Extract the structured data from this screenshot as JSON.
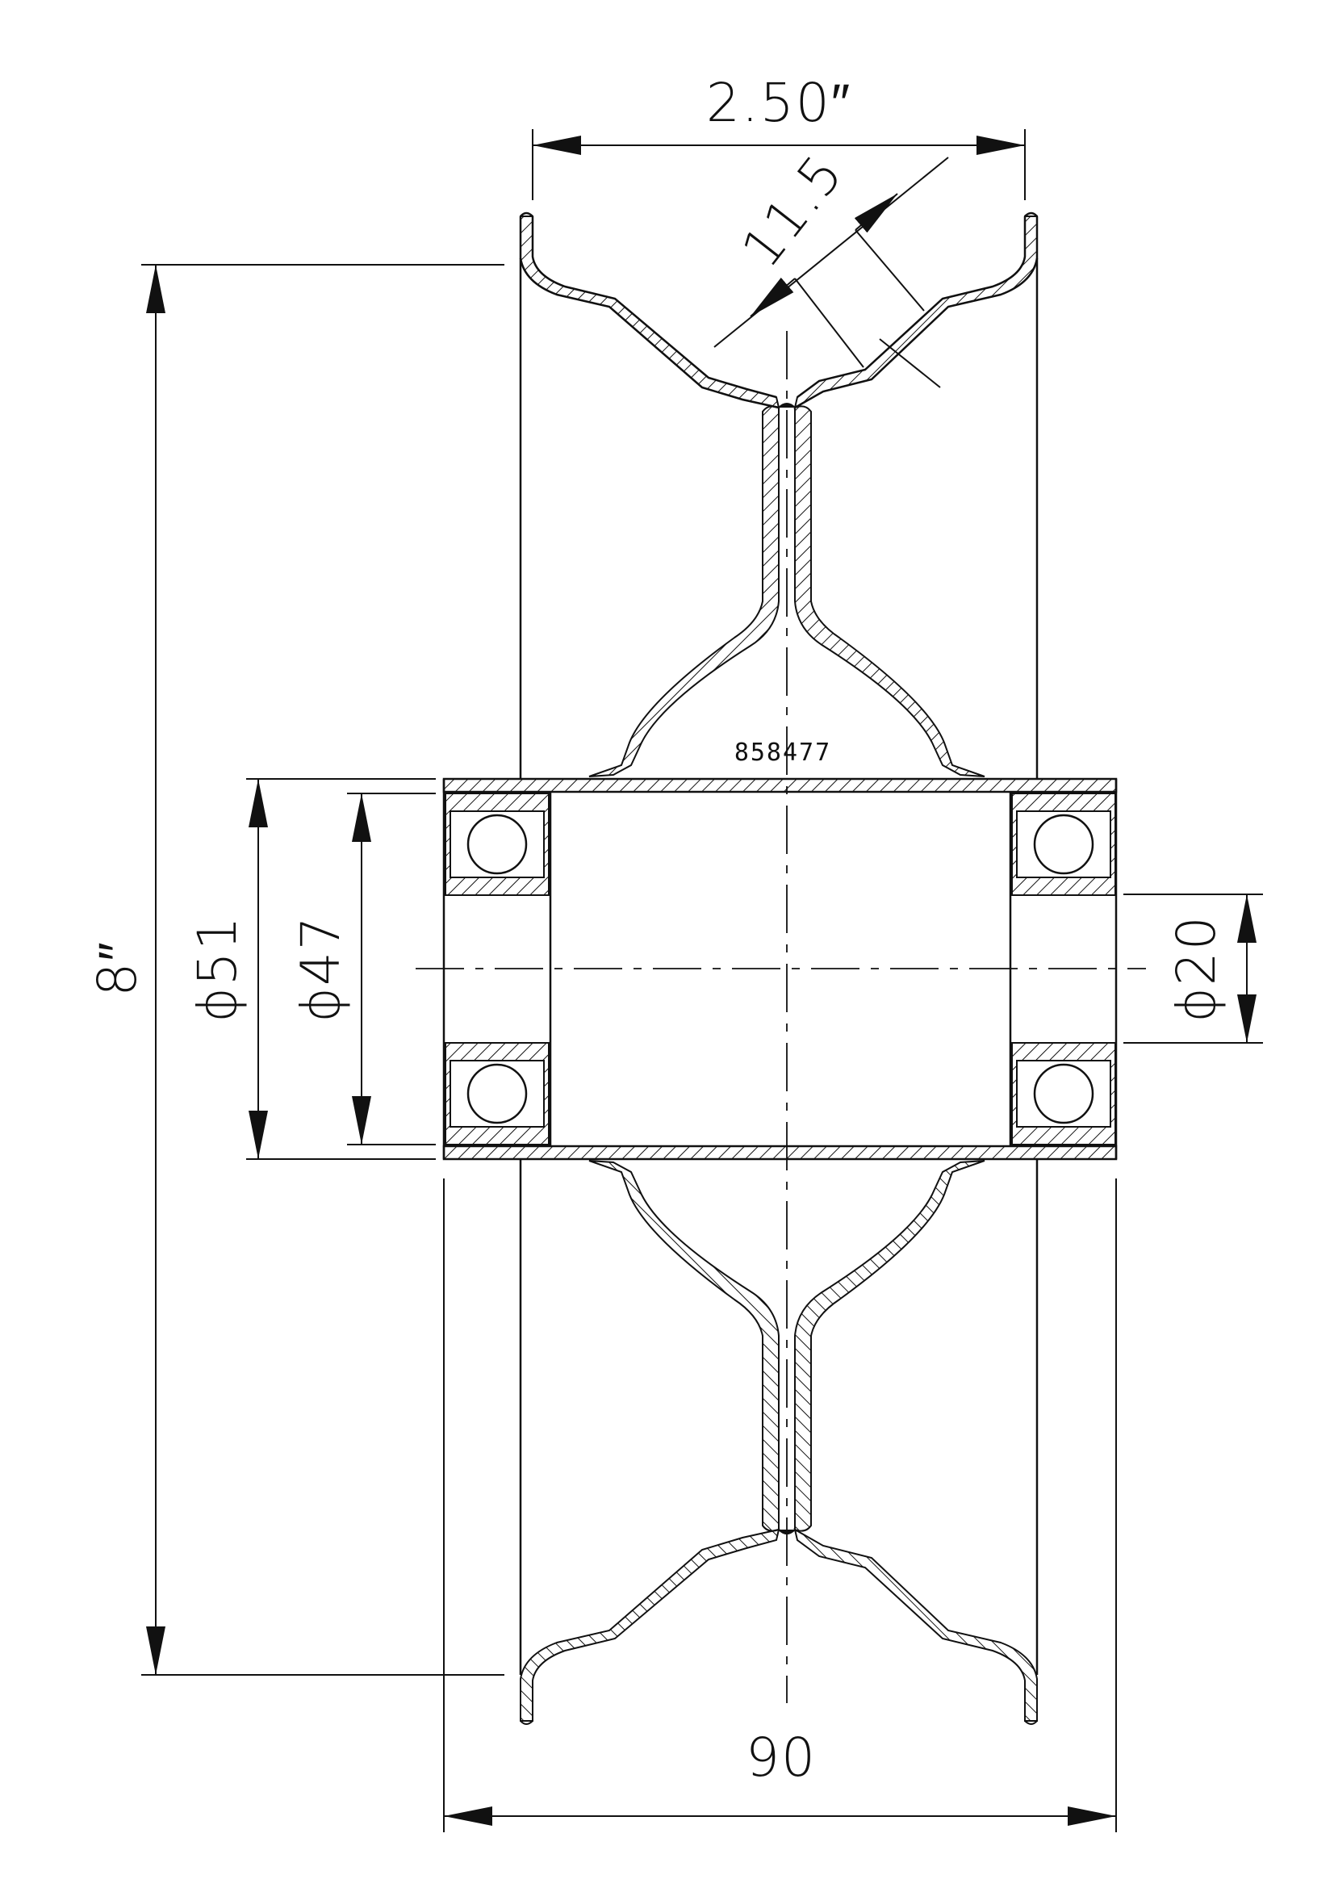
{
  "drawing": {
    "line_color": "#111111",
    "background": "#ffffff",
    "part_number": "858477",
    "dimensions": {
      "rim_width": "2.50″",
      "wall_thickness": "11.5",
      "wheel_diameter": "8″",
      "bore_outer": "ϕ51",
      "bore_inner": "ϕ47",
      "axle": "ϕ20",
      "hub_length": "90"
    }
  }
}
